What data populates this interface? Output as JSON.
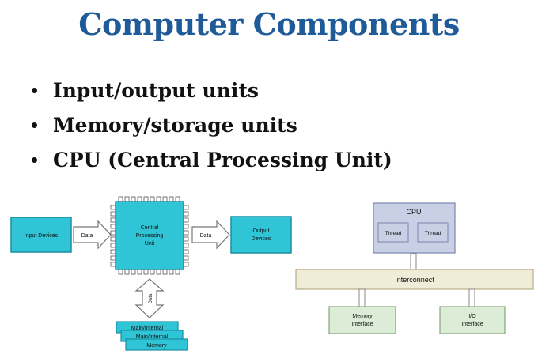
{
  "title": "Computer Components",
  "bullets": [
    "Input/output units",
    "Memory/storage units",
    "CPU (Central Processing Unit)"
  ],
  "left_diagram": {
    "input": "Input Devices",
    "data_in": "Data",
    "cpu_line1": "Central",
    "cpu_line2": "Processing",
    "cpu_line3": "Unit",
    "data_out": "Data",
    "output_line1": "Output",
    "output_line2": "Devices",
    "memory_line1": "Main/Internal",
    "memory_line2": "Main/Internal",
    "memory_line3": "Memory",
    "colors": {
      "box": "#2fc4d6",
      "box_border": "#1a8fa0"
    }
  },
  "right_diagram": {
    "cpu": "CPU",
    "thread1": "Thread",
    "thread2": "Thread",
    "interconnect": "Interconnect",
    "mem_line1": "Memory",
    "mem_line2": "Interface",
    "io_line1": "I/O",
    "io_line2": "Interface",
    "colors": {
      "cpu_fill": "#c9cfe4",
      "bus_fill": "#f1ecd8",
      "iface_fill": "#dbedd6"
    }
  }
}
